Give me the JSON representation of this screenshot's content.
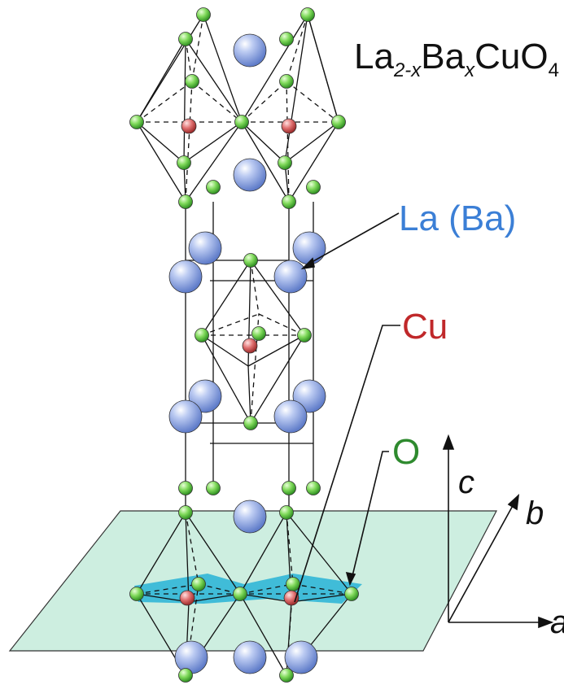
{
  "formula": {
    "base1": "La",
    "sub1": "2-x",
    "base2": "Ba",
    "sub2": "x",
    "base3": "CuO",
    "sub3": "4"
  },
  "labels": {
    "la_ba": "La (Ba)",
    "cu": "Cu",
    "o": "O"
  },
  "axes": {
    "c": "c",
    "b": "b",
    "a": "a"
  },
  "colors": {
    "la": "#8fa6e6",
    "cu": "#d86a6a",
    "o": "#77d45a",
    "plane": "#c9eee0",
    "plane_inner": "#27b3d6",
    "la_text": "#3b7fd6",
    "cu_text": "#c0282a",
    "o_text": "#2e8a2e"
  }
}
